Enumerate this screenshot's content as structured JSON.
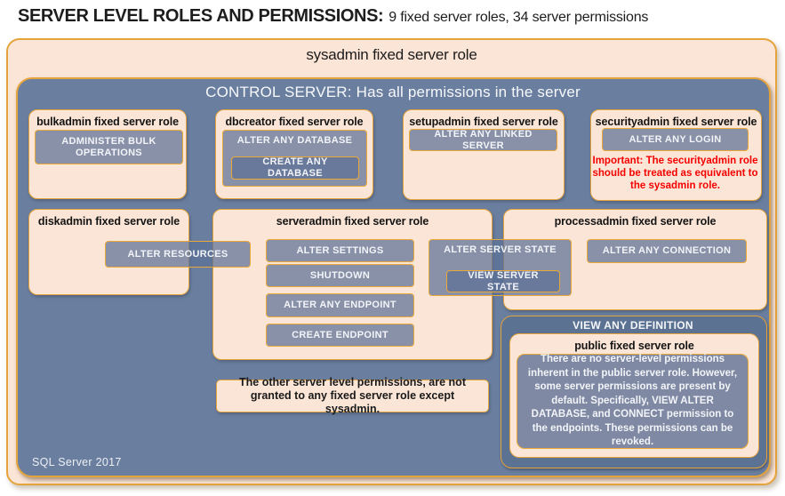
{
  "title": {
    "main": "SERVER LEVEL ROLES AND PERMISSIONS:",
    "sub": "9 fixed server roles, 34 server permissions"
  },
  "sysadmin": {
    "label": "sysadmin fixed server role"
  },
  "control": {
    "header": "CONTROL SERVER: Has all permissions in the server",
    "footer": "SQL Server 2017"
  },
  "roles": {
    "bulkadmin": {
      "title": "bulkadmin fixed server role",
      "perm": "ADMINISTER BULK OPERATIONS"
    },
    "dbcreator": {
      "title": "dbcreator fixed server role",
      "outer": "ALTER ANY DATABASE",
      "nested": "CREATE ANY DATABASE"
    },
    "setupadmin": {
      "title": "setupadmin fixed server role",
      "perm": "ALTER ANY LINKED SERVER"
    },
    "securityadmin": {
      "title": "securityadmin fixed server role",
      "perm": "ALTER ANY LOGIN",
      "warning": "Important: The securityadmin role should be treated as equivalent to the sysadmin role."
    },
    "diskadmin": {
      "title": "diskadmin fixed server role",
      "perm": "ALTER RESOURCES"
    },
    "serveradmin": {
      "title": "serveradmin fixed server role",
      "perms": [
        "ALTER SETTINGS",
        "SHUTDOWN",
        "ALTER ANY ENDPOINT",
        "CREATE ENDPOINT"
      ],
      "shared_outer": "ALTER SERVER STATE",
      "shared_nested": "VIEW SERVER STATE"
    },
    "processadmin": {
      "title": "processadmin fixed server role",
      "perm": "ALTER ANY CONNECTION"
    },
    "public": {
      "banner": "VIEW ANY DEFINITION",
      "title": "public fixed server role",
      "description": "There are no server-level permissions inherent in the public server role. However, some server permissions are present by default. Specifically, VIEW ALTER DATABASE, and CONNECT permission to the endpoints. These permissions can be revoked."
    }
  },
  "note": "The other server level permissions, are not granted to any fixed server role except sysadmin.",
  "colors": {
    "peach": "#FBE5D6",
    "slate_blue": "#6A7FA0",
    "gold_border": "#E5A33C",
    "permission_chip": "#8B93A9",
    "dark_panel": "#5C7292",
    "warning_red": "#F40000"
  }
}
